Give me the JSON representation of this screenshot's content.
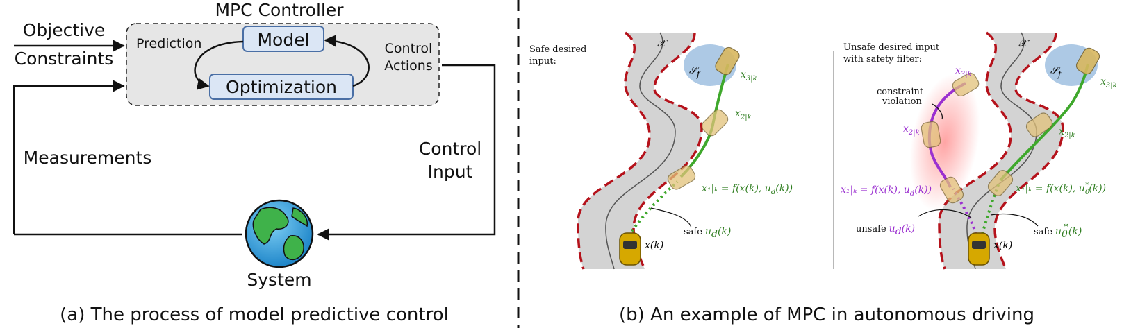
{
  "panel_a": {
    "controller_title": "MPC Controller",
    "model_label": "Model",
    "optimization_label": "Optimization",
    "prediction_label": "Prediction",
    "control_actions_line1": "Control",
    "control_actions_line2": "Actions",
    "objective_label": "Objective",
    "constraints_label": "Constraints",
    "measurements_label": "Measurements",
    "control_input_line1": "Control",
    "control_input_line2": "Input",
    "system_label": "System",
    "caption": "(a) The process of model predictive control",
    "colors": {
      "box_fill": "#e6e6e6",
      "node_fill": "#dbe6f5",
      "node_stroke": "#4a6fa5"
    }
  },
  "panel_b": {
    "left": {
      "title_line1": "Safe desired",
      "title_line2": "input:",
      "set_x": "𝒳",
      "set_sf": "𝒮",
      "set_sf_sub": "f",
      "x3": "x",
      "x3_sub": "3|k",
      "x2": "x",
      "x2_sub": "2|k",
      "x1_eq": "x₁|ₖ = f(x(k), u",
      "x1_eq_sub": "d",
      "x1_eq_end": "(k))",
      "xk": "x(k)",
      "safe_label": "safe",
      "safe_u": "u",
      "safe_u_sub": "d",
      "safe_u_end": "(k)"
    },
    "right": {
      "title_line1": "Unsafe desired input",
      "title_line2": "with safety filter:",
      "set_x": "𝒳",
      "set_sf": "𝒮",
      "set_sf_sub": "f",
      "constraint_line1": "constraint",
      "constraint_line2": "violation",
      "px3": "x",
      "px3_sub": "3|k",
      "px2": "x",
      "px2_sub": "2|k",
      "px1_eq": "x₁|ₖ = f(x(k), u",
      "px1_eq_sub": "d",
      "px1_eq_end": "(k))",
      "gx3": "x",
      "gx3_sub": "3|k",
      "gx2": "x",
      "gx2_sub": "2|k",
      "gx1_eq": "x₁|ₖ = f(x(k), u",
      "gx1_eq_sub": "0",
      "gx1_eq_sup": "*",
      "gx1_eq_end": "(k))",
      "xk": "x(k)",
      "unsafe_label": "unsafe",
      "unsafe_u": "u",
      "unsafe_u_sub": "d",
      "unsafe_u_end": "(k)",
      "safe_label": "safe",
      "safe_u": "u",
      "safe_u_sub": "0",
      "safe_u_sup": "*",
      "safe_u_end": "(k)"
    },
    "caption": "(b) An example of MPC in autonomous driving",
    "colors": {
      "road": "#d3d3d3",
      "boundary": "#b5121b",
      "safe_path": "#3fa82c",
      "unsafe_path": "#9b30d0",
      "target_set": "#9fbfe0"
    }
  }
}
